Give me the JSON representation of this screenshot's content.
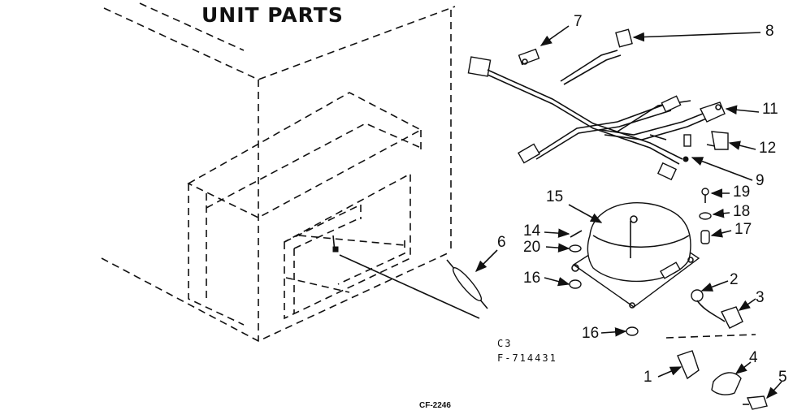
{
  "title": "UNIT PARTS",
  "caption_line1": "C3",
  "caption_line2": "F-714431",
  "footer_code": "CF-2246",
  "callouts": {
    "p1": "1",
    "p2": "2",
    "p3": "3",
    "p4": "4",
    "p5": "5",
    "p6": "6",
    "p7": "7",
    "p8": "8",
    "p9": "9",
    "p11": "11",
    "p12": "12",
    "p14": "14",
    "p15": "15",
    "p16a": "16",
    "p16b": "16",
    "p17": "17",
    "p18": "18",
    "p19": "19",
    "p20": "20"
  }
}
